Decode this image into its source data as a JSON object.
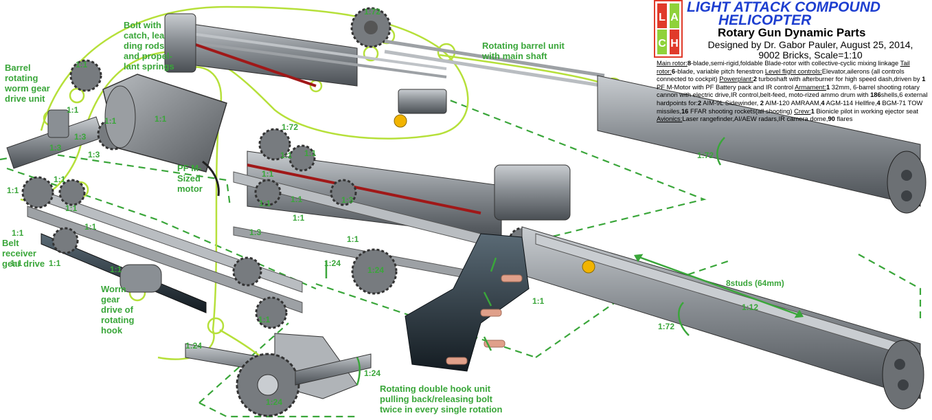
{
  "header": {
    "logo_letters": [
      "L",
      "A",
      "C",
      "H"
    ],
    "title_line1": "LIGHT ATTACK COMPOUND",
    "title_line2": "HELICOPTER",
    "subtitle": "Rotary Gun Dynamic Parts",
    "designer_line1": "Designed by Dr. Gabor Pauler, August 25, 2014,",
    "designer_line2": "9002 Bricks, Scale=1:10"
  },
  "specs": [
    {
      "label": "Main rotor:",
      "bold1": "8",
      "text": "-blade,semi-rigid,foldable Blade-rotor with collective-cyclic mixing linkage "
    },
    {
      "label": "Tail rotor:",
      "bold1": "6",
      "text": "-blade, variable pitch fenestron "
    },
    {
      "label": "Level flight controls:",
      "bold1": "",
      "text": "Elevator,ailerons (all controls connected to cockpit) "
    },
    {
      "label": "Powerplant:",
      "bold1": "2",
      "text": " turboshaft with afterburner for high speed dash,driven by "
    },
    {
      "label": "",
      "bold1": "1",
      "text": " PF M-Motor with PF Battery pack and IR control "
    },
    {
      "label": "Armament:",
      "bold1": "1",
      "text": " 32mm, 6-barrel shooting rotary cannon with electric drive,IR control,belt-feed, moto-rized ammo drum with "
    },
    {
      "label": "",
      "bold1": "186",
      "text": "shells,6 external hardpoints for:"
    },
    {
      "label": "",
      "bold1": "2",
      "text": " AIM-9L Sidewinder, "
    },
    {
      "label": "",
      "bold1": "2",
      "text": " AIM-120 AMRAAM,"
    },
    {
      "label": "",
      "bold1": "4",
      "text": " AGM-114 Hellfire,"
    },
    {
      "label": "",
      "bold1": "4",
      "text": " BGM-71 TOW missiles,"
    },
    {
      "label": "",
      "bold1": "16",
      "text": " FFAR shooting rockets(all shooting) "
    },
    {
      "label": "Crew:",
      "bold1": "1",
      "text": " Bionicle pilot in working ejector seat "
    },
    {
      "label": "Avionics:",
      "bold1": "",
      "text": "Laser rangefinder,AI/AEW radars,IR camera dome,"
    },
    {
      "label": "",
      "bold1": "90",
      "text": " flares"
    }
  ],
  "labels": {
    "barrel_rotating": "Barrel\nrotating\nworm gear\ndrive unit",
    "bolt": "Bolt with\ncatch, lea\nding rods\nand propel-\nlant springs",
    "rotating_barrel": "Rotating barrel unit\nwith main shaft",
    "motor": "PF M-\nSized\nmotor",
    "belt": "Belt\nreceiver\ngear drive",
    "worm": "Worm\ngear\ndrive of\nrotating\nhook",
    "double_hook": "Rotating double hook unit\npulling back/releasing bolt\ntwice in every single rotation",
    "studs": "8studs (64mm)"
  },
  "ratios": [
    "1:72",
    "1:1",
    "1:1",
    "1:3",
    "1:1",
    "1:3",
    "1:3",
    "1:1",
    "1:72",
    "1:1",
    "1:1",
    "1:1",
    "1:3",
    "1:1",
    "1:1",
    "1:1",
    "1:3",
    "1:1",
    "1:1",
    "1:1",
    "1:1",
    "1:1",
    "1:24",
    "1:24",
    "1:1",
    "1:72",
    "1:12",
    "1:72",
    "1:1",
    "1:1",
    "1:24",
    "1:24",
    "1:24",
    "1:1",
    "1:1",
    "1:1"
  ],
  "colors": {
    "label_green": "#3aa63a",
    "lime_outline": "#b6e03a",
    "title_blue": "#1e3fd0",
    "logo_red": "#e03a2a",
    "logo_green": "#8fd23a",
    "part_gray": "#8a8f94",
    "part_dark": "#1e2a33",
    "rod_red": "#a01818",
    "copper": "#e0a08a"
  }
}
